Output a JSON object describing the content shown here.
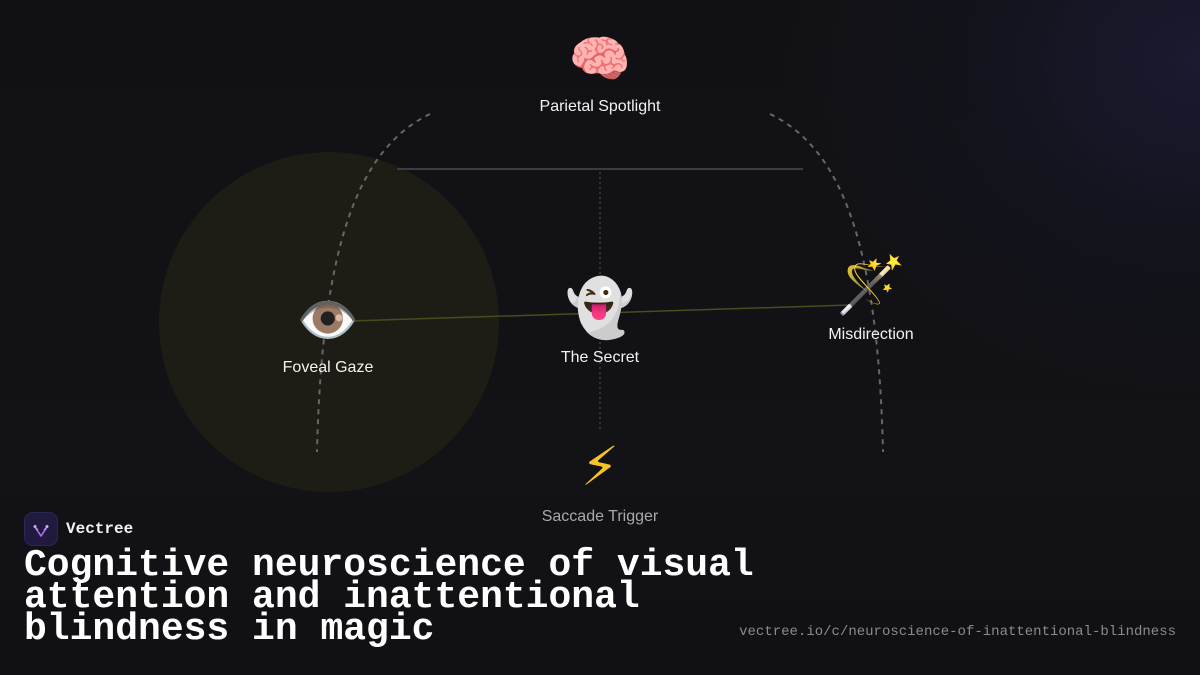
{
  "diagram": {
    "nodes": {
      "top": {
        "icon": "brain-icon",
        "emoji": "🧠",
        "label": "Parietal Spotlight"
      },
      "left": {
        "icon": "eye-icon",
        "emoji": "👁️",
        "label": "Foveal Gaze"
      },
      "center": {
        "icon": "ghost-icon",
        "emoji": "👻",
        "label": "The Secret"
      },
      "right": {
        "icon": "magic-wand-icon",
        "emoji": "🪄",
        "label": "Misdirection"
      },
      "bottom": {
        "icon": "lightning-icon",
        "emoji": "⚡",
        "label": "Saccade Trigger"
      }
    }
  },
  "brand": {
    "name": "Vectree",
    "icon": "vectree-logo-icon"
  },
  "headline": "Cognitive neuroscience of visual attention and inattentional blindness in magic",
  "url": "vectree.io/c/neuroscience-of-inattentional-blindness",
  "colors": {
    "background": "#111116",
    "spotlight": "#1d1d14",
    "gaze_line": "#4a4a1c",
    "arc": "#6a6a6e"
  }
}
